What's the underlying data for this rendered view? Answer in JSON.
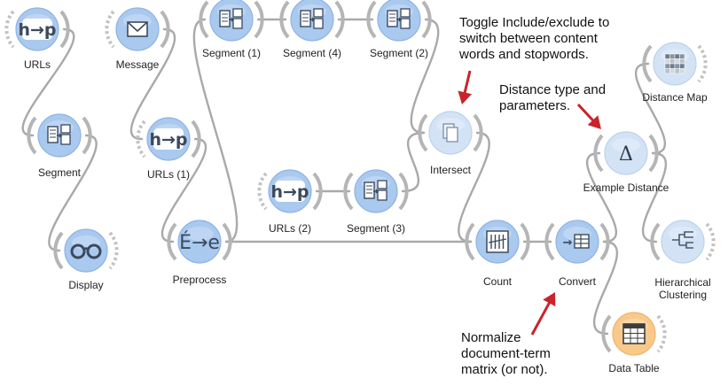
{
  "colors": {
    "blue_node": "#a9c9ef",
    "blue_node_edge": "#8fb3e3",
    "pale_node": "#d3e3f5",
    "orange_node": "#f8c98a",
    "link": "#a9a9a9",
    "arrow": "#c9242b"
  },
  "nodes": [
    {
      "id": "urls",
      "label": "URLs",
      "icon": "http-icon",
      "style": "blue",
      "ports": "out"
    },
    {
      "id": "message",
      "label": "Message",
      "icon": "envelope-icon",
      "style": "blue",
      "ports": "out"
    },
    {
      "id": "seg1",
      "label": "Segment (1)",
      "icon": "segment-icon",
      "style": "blue",
      "ports": "both"
    },
    {
      "id": "seg4",
      "label": "Segment (4)",
      "icon": "segment-icon",
      "style": "blue",
      "ports": "both"
    },
    {
      "id": "seg2",
      "label": "Segment (2)",
      "icon": "segment-icon",
      "style": "blue",
      "ports": "both"
    },
    {
      "id": "distmap",
      "label": "Distance Map",
      "icon": "distance-map-icon",
      "style": "pale",
      "ports": "in"
    },
    {
      "id": "segment",
      "label": "Segment",
      "icon": "segment-icon",
      "style": "blue",
      "ports": "both"
    },
    {
      "id": "urls1",
      "label": "URLs (1)",
      "icon": "http-icon",
      "style": "blue",
      "ports": "out"
    },
    {
      "id": "intersect",
      "label": "Intersect",
      "icon": "intersect-icon",
      "style": "pale",
      "ports": "both"
    },
    {
      "id": "exdist",
      "label": "Example Distance",
      "icon": "delta-icon",
      "style": "pale",
      "ports": "both"
    },
    {
      "id": "urls2",
      "label": "URLs (2)",
      "icon": "http-icon",
      "style": "blue",
      "ports": "out"
    },
    {
      "id": "seg3",
      "label": "Segment (3)",
      "icon": "segment-icon",
      "style": "blue",
      "ports": "both"
    },
    {
      "id": "display",
      "label": "Display",
      "icon": "glasses-icon",
      "style": "blue",
      "ports": "in"
    },
    {
      "id": "preprocess",
      "label": "Preprocess",
      "icon": "preprocess-icon",
      "style": "blue",
      "ports": "both"
    },
    {
      "id": "count",
      "label": "Count",
      "icon": "count-icon",
      "style": "blue",
      "ports": "both"
    },
    {
      "id": "convert",
      "label": "Convert",
      "icon": "convert-icon",
      "style": "blue",
      "ports": "both"
    },
    {
      "id": "hclust",
      "label": "Hierarchical\nClustering",
      "icon": "dendrogram-icon",
      "style": "pale",
      "ports": "in"
    },
    {
      "id": "datatable",
      "label": "Data Table",
      "icon": "table-icon",
      "style": "orange",
      "ports": "in"
    }
  ],
  "links": [
    [
      "urls",
      "segment"
    ],
    [
      "segment",
      "display"
    ],
    [
      "message",
      "urls1"
    ],
    [
      "urls1",
      "preprocess"
    ],
    [
      "preprocess",
      "seg1"
    ],
    [
      "seg1",
      "seg4"
    ],
    [
      "seg4",
      "seg2"
    ],
    [
      "seg2",
      "intersect"
    ],
    [
      "urls2",
      "seg3"
    ],
    [
      "seg3",
      "intersect"
    ],
    [
      "intersect",
      "count"
    ],
    [
      "preprocess",
      "count"
    ],
    [
      "count",
      "convert"
    ],
    [
      "convert",
      "exdist"
    ],
    [
      "convert",
      "datatable"
    ],
    [
      "exdist",
      "distmap"
    ],
    [
      "exdist",
      "hclust"
    ]
  ],
  "annotations": [
    {
      "id": "toggle",
      "lines": [
        "Toggle Include/exclude to",
        "switch between content",
        "words and stopwords."
      ]
    },
    {
      "id": "distance",
      "lines": [
        "Distance type and",
        "parameters."
      ]
    },
    {
      "id": "normalize",
      "lines": [
        "Normalize",
        "document-term",
        "matrix (or not)."
      ]
    }
  ]
}
